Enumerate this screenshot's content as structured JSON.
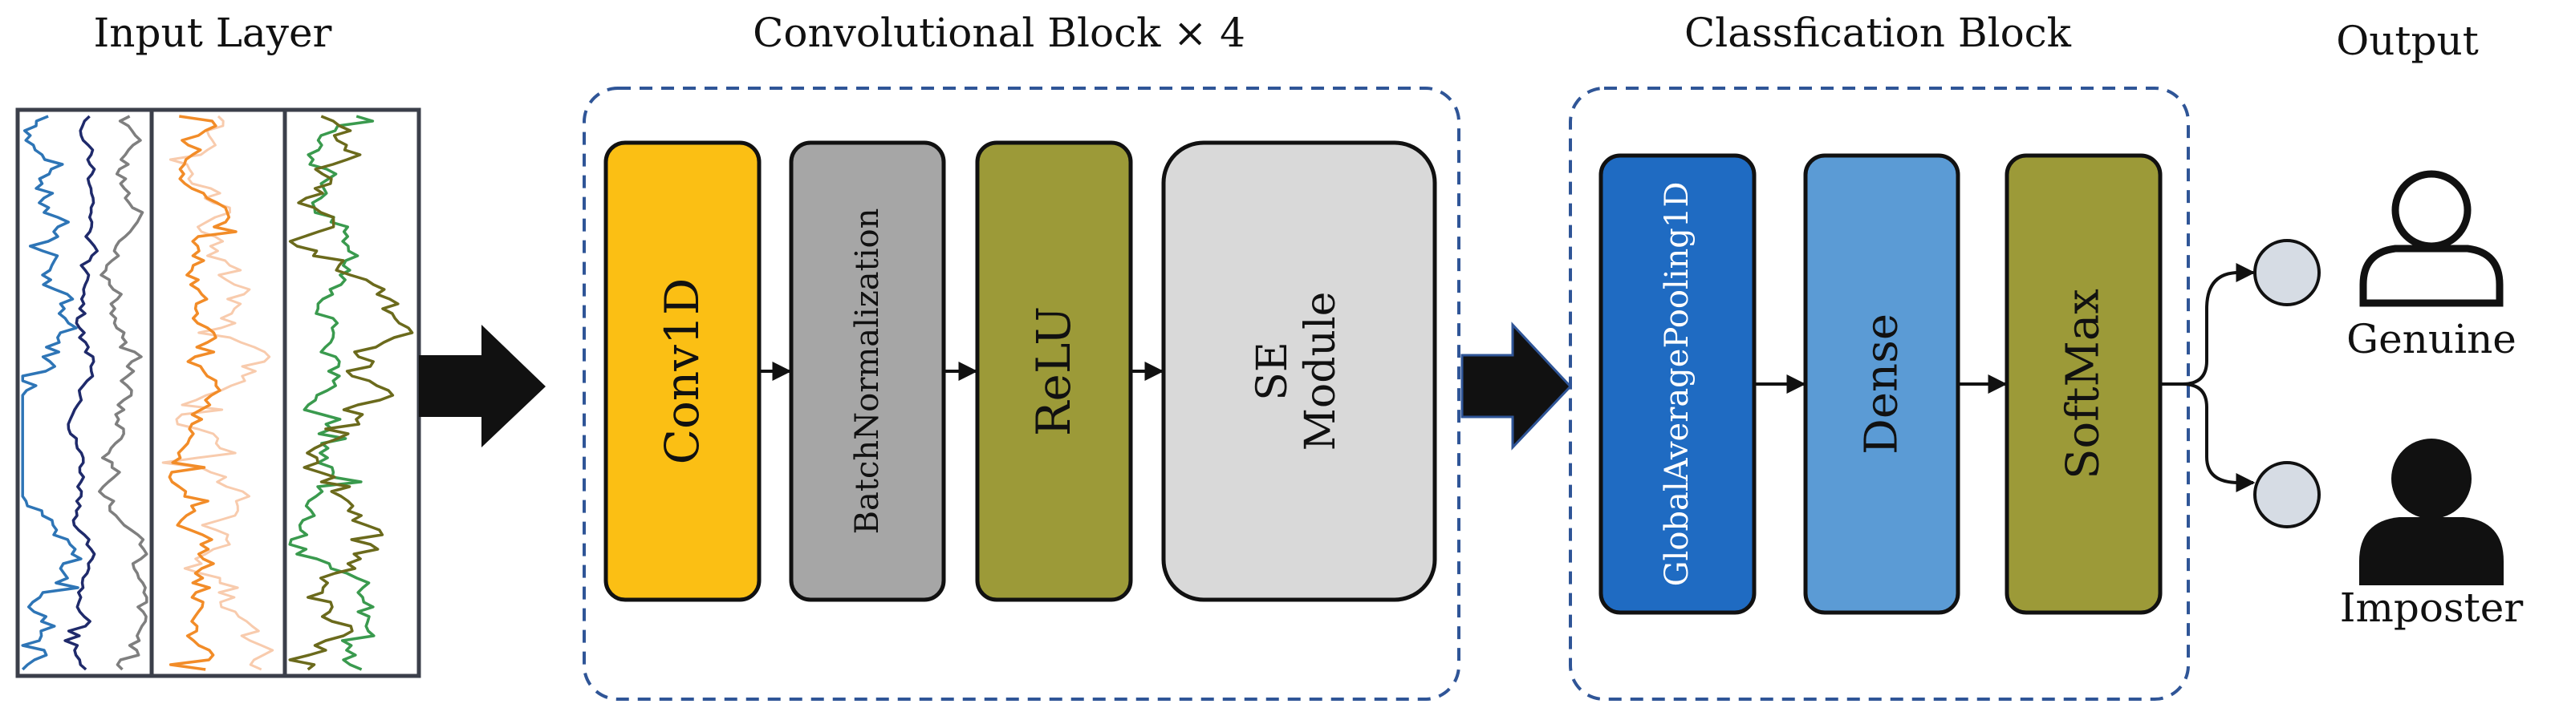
{
  "headings": {
    "input_layer": "Input Layer",
    "conv_block": "Convolutional Block × 4",
    "class_block": "Classfication Block",
    "output": "Output"
  },
  "conv_layers": [
    "Conv1D",
    "BatchNormalization",
    "ReLU",
    "SE Module"
  ],
  "se_lines": [
    "SE",
    "Module"
  ],
  "class_layers": [
    "GlobalAveragePooling1D",
    "Dense",
    "SoftMax"
  ],
  "outputs": {
    "genuine": "Genuine",
    "imposter": "Imposter"
  },
  "colors": {
    "conv1d": "#FBBF14",
    "batchnorm": "#A6A6A6",
    "relu": "#9C9A38",
    "se": "#D9D9D9",
    "gap": "#1F6BC2",
    "dense": "#5B9BD5",
    "softmax": "#9C9A38",
    "dashed_border": "#2F5597",
    "node": "#D6DCE4",
    "signal_blue": "#2E75B6",
    "signal_navy": "#1F2A6B",
    "signal_gray": "#7F7F7F",
    "signal_orange": "#F28C28",
    "signal_peach": "#F8CBAD",
    "signal_green": "#3A9A4E",
    "signal_olive": "#6B6A1C"
  }
}
